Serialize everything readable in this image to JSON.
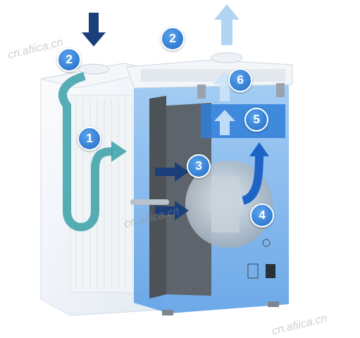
{
  "diagram": {
    "labels": [
      "2",
      "2",
      "6",
      "1",
      "5",
      "3",
      "4",
      "cn.afiica.cn",
      "cn.afiica.cn",
      "cn.afiica.cn"
    ]
  }
}
